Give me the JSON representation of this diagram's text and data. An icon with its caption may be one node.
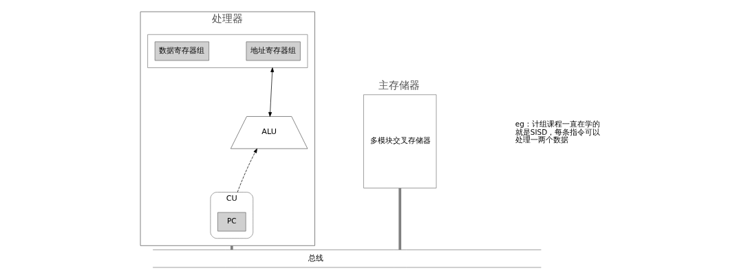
{
  "diagram": {
    "nodes": [
      {
        "text": [
          "处理器"
        ]
      },
      {
        "text": [],
        "shape": "box",
        "in": 0
      },
      {
        "text": [
          "数据寄存器组"
        ],
        "in": 1
      },
      {
        "text": [
          "地址寄存器组"
        ],
        "in": 1
      },
      {
        "text": [
          "ALU"
        ],
        "in": 0
      },
      {
        "text": [
          "CU"
        ],
        "in": 0
      },
      {
        "text": [
          "PC"
        ],
        "in": 5
      },
      {
        "text": [
          "主存储器",
          "多模块交叉存储器"
        ]
      },
      {
        "text": [
          "总线"
        ]
      }
    ],
    "edges": [
      {
        "from": 1,
        "to": 4,
        "arrow": "both"
      },
      {
        "from": 5,
        "to": 4,
        "arrow": "to",
        "style": "dashed"
      },
      {
        "from": 0,
        "to": 8,
        "arrow": "none",
        "style": "thick",
        "color": "#808080"
      },
      {
        "from": 7,
        "to": 8,
        "arrow": "none",
        "style": "thick",
        "color": "#808080"
      }
    ],
    "labels": [
      "eg：计组课程一直在学的就是SISD，每条指令可以处理一两个数据"
    ]
  }
}
